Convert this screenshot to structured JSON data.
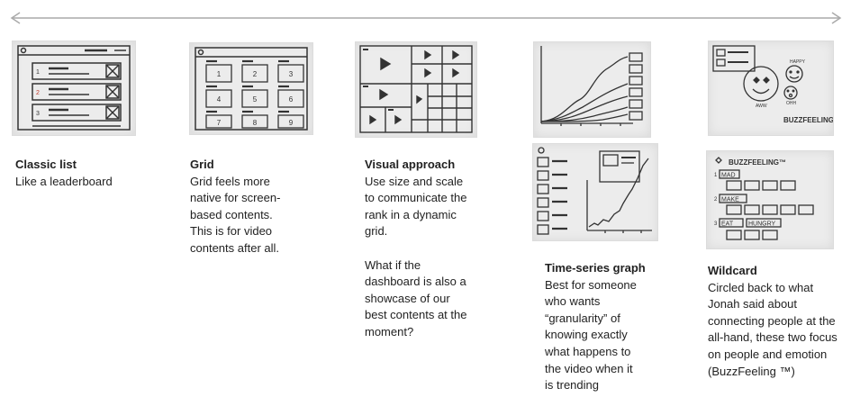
{
  "columns": [
    {
      "title": "Classic list",
      "body": [
        "Like a leaderboard"
      ]
    },
    {
      "title": "Grid",
      "body": [
        "Grid feels more",
        "native for screen-",
        "based contents.",
        "This is for video",
        "contents after all."
      ]
    },
    {
      "title": "Visual approach",
      "body": [
        "Use size and scale",
        "to communicate the",
        "rank in a dynamic",
        "grid."
      ],
      "body2": [
        "What if the",
        "dashboard is also a",
        "showcase of our",
        "best contents at the",
        "moment?"
      ]
    },
    {
      "title": "Time-series graph",
      "body": [
        "Best for someone",
        "who wants",
        "“granularity” of",
        "knowing exactly",
        "what happens to",
        "the video when it",
        "is trending"
      ]
    },
    {
      "title": "Wildcard",
      "body": [
        "Circled back to what",
        "Jonah said about",
        "connecting people at the",
        "all-hand, these two focus",
        "on people and emotion",
        "(BuzzFeeling ™)"
      ]
    }
  ],
  "sketch_text": {
    "grid_nums": [
      "1",
      "2",
      "3",
      "4",
      "5",
      "6",
      "7",
      "8",
      "9"
    ],
    "list_ranks": [
      "1",
      "2",
      "3"
    ],
    "buzz_brand": "BUZZFEELING",
    "buzz_title": "BUZZFEELING™",
    "emotions": [
      "MAD",
      "MAKE",
      "EAT",
      "HUNGRY"
    ],
    "emoji_labels": [
      "HAPPY",
      "AWW",
      "OHH"
    ]
  }
}
